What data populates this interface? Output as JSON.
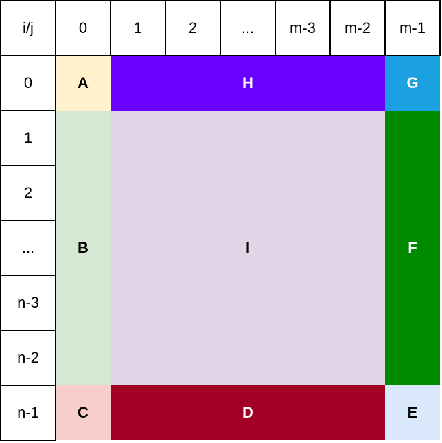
{
  "corner_label": "i/j",
  "col_headers": [
    "0",
    "1",
    "2",
    "...",
    "m-3",
    "m-2",
    "m-1"
  ],
  "row_headers": [
    "0",
    "1",
    "2",
    "...",
    "n-3",
    "n-2",
    "n-1"
  ],
  "regions": {
    "A": {
      "label": "A",
      "color": "#fff2cc",
      "text_color": "#000000"
    },
    "H": {
      "label": "H",
      "color": "#6a00ff",
      "text_color": "#ffffff"
    },
    "G": {
      "label": "G",
      "color": "#1ba1e2",
      "text_color": "#ffffff"
    },
    "B": {
      "label": "B",
      "color": "#d5e8d4",
      "text_color": "#000000"
    },
    "I": {
      "label": "I",
      "color": "#e1d5e7",
      "text_color": "#000000"
    },
    "F": {
      "label": "F",
      "color": "#008a00",
      "text_color": "#ffffff"
    },
    "C": {
      "label": "C",
      "color": "#f8cecc",
      "text_color": "#000000"
    },
    "D": {
      "label": "D",
      "color": "#a20025",
      "text_color": "#ffffff"
    },
    "E": {
      "label": "E",
      "color": "#dae8fc",
      "text_color": "#000000"
    }
  }
}
